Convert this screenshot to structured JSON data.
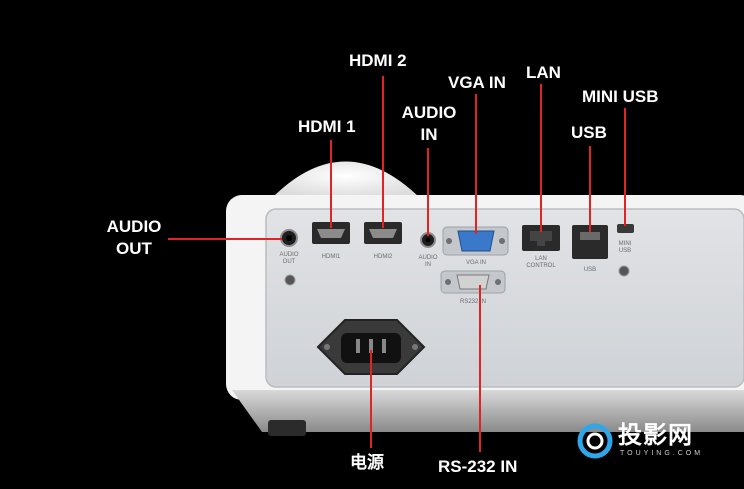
{
  "callouts": {
    "hdmi2": "HDMI  2",
    "vga_in": "VGA IN",
    "lan": "LAN",
    "mini_usb": "MINI USB",
    "hdmi1": "HDMI  1",
    "audio_in_line1": "AUDIO",
    "audio_in_line2": "IN",
    "usb": "USB",
    "audio_out_line1": "AUDIO",
    "audio_out_line2": "OUT",
    "power": "电源",
    "rs232_in": "RS-232 IN"
  },
  "port_labels": {
    "audio_out_1": "AUDIO",
    "audio_out_2": "OUT",
    "hdmi1": "HDMI1",
    "hdmi2": "HDMI2",
    "audio_in_1": "AUDIO",
    "audio_in_2": "IN",
    "vga_in": "VGA  IN",
    "rs232_in": "RS232  IN",
    "lan_1": "LAN",
    "lan_2": "CONTROL",
    "usb": "USB",
    "mini_usb_1": "MINI",
    "mini_usb_2": "USB"
  },
  "logo": {
    "text": "投影网",
    "subtext": "TOUYING.COM"
  },
  "colors": {
    "background": "#000000",
    "leader_line": "#e02424",
    "callout_text": "#ffffff",
    "projector_body": "#f2f2f2",
    "io_panel": "#d7d9dc",
    "vga_port": "#3a78c9",
    "logo_accent": "#2ea7e8"
  }
}
